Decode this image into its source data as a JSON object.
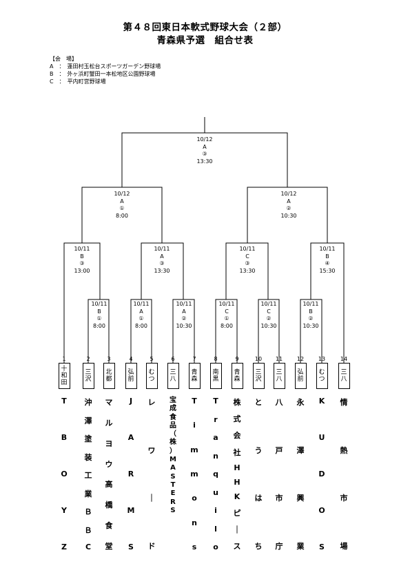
{
  "header": {
    "title_line1": "第４８回東日本軟式野球大会（２部）",
    "title_line2": "青森県予選　組合せ表"
  },
  "venues": {
    "heading": "【会　場】",
    "items": [
      "A　：　蓬田村玉松台スポーツガーデン野球場",
      "B　：　外ヶ浜町蟹田一本松地区公園野球場",
      "C　：　平内町営野球場"
    ]
  },
  "matches": [
    {
      "id": "r1-a",
      "lines": [
        "10/11",
        "B",
        "①",
        "8:00"
      ]
    },
    {
      "id": "r1-b",
      "lines": [
        "10/11",
        "A",
        "①",
        "8:00"
      ]
    },
    {
      "id": "r1-c",
      "lines": [
        "10/11",
        "A",
        "②",
        "10:30"
      ]
    },
    {
      "id": "r1-d",
      "lines": [
        "10/11",
        "C",
        "①",
        "8:00"
      ]
    },
    {
      "id": "r1-e",
      "lines": [
        "10/11",
        "C",
        "②",
        "10:30"
      ]
    },
    {
      "id": "r1-f",
      "lines": [
        "10/11",
        "B",
        "②",
        "10:30"
      ]
    },
    {
      "id": "qf-a",
      "lines": [
        "10/11",
        "B",
        "③",
        "13:00"
      ]
    },
    {
      "id": "qf-b",
      "lines": [
        "10/11",
        "A",
        "③",
        "13:30"
      ]
    },
    {
      "id": "qf-c",
      "lines": [
        "10/11",
        "C",
        "③",
        "13:30"
      ]
    },
    {
      "id": "qf-d",
      "lines": [
        "10/11",
        "B",
        "④",
        "15:30"
      ]
    },
    {
      "id": "sf-a",
      "lines": [
        "10/12",
        "A",
        "①",
        "8:00"
      ]
    },
    {
      "id": "sf-b",
      "lines": [
        "10/12",
        "A",
        "②",
        "10:30"
      ]
    },
    {
      "id": "final",
      "lines": [
        "10/12",
        "A",
        "③",
        "13:30"
      ]
    }
  ],
  "teams": [
    {
      "no": "1",
      "area": [
        "十",
        "和",
        "田"
      ],
      "name": [
        "T",
        "B",
        "O",
        "Y",
        "Z"
      ]
    },
    {
      "no": "2",
      "area": [
        "三",
        "沢"
      ],
      "name": [
        "沖",
        "澤",
        "塗",
        "装",
        "工",
        "業",
        "Ｂ",
        "Ｂ",
        "C"
      ]
    },
    {
      "no": "3",
      "area": [
        "北",
        "都"
      ],
      "name": [
        "マ",
        "ル",
        "ヨ",
        "ウ",
        "高",
        "橋",
        "食",
        "堂"
      ]
    },
    {
      "no": "4",
      "area": [
        "弘",
        "前"
      ],
      "name": [
        "J",
        "A",
        "R",
        "M",
        "S"
      ]
    },
    {
      "no": "5",
      "area": [
        "む",
        "つ"
      ],
      "name": [
        "レ",
        "ワ",
        "｜",
        "ド"
      ]
    },
    {
      "no": "6",
      "area": [
        "三",
        "八"
      ],
      "name": [
        "宝",
        "成",
        "食",
        "品",
        "（",
        "株",
        "）",
        "M",
        "A",
        "S",
        "T",
        "E",
        "R",
        "S"
      ]
    },
    {
      "no": "7",
      "area": [
        "青",
        "森"
      ],
      "name": [
        "T",
        "i",
        "m",
        "m",
        "o",
        "n",
        "s"
      ]
    },
    {
      "no": "8",
      "area": [
        "南",
        "黒"
      ],
      "name": [
        "T",
        "r",
        "a",
        "n",
        "q",
        "u",
        "i",
        "l",
        "o"
      ]
    },
    {
      "no": "9",
      "area": [
        "青",
        "森"
      ],
      "name": [
        "株",
        "式",
        "会",
        "社",
        "H",
        "H",
        "K",
        "ピ",
        "｜",
        "ス"
      ]
    },
    {
      "no": "10",
      "area": [
        "三",
        "沢"
      ],
      "name": [
        "と",
        "う",
        "は",
        "ち"
      ]
    },
    {
      "no": "11",
      "area": [
        "三",
        "八"
      ],
      "name": [
        "八",
        "戸",
        "市",
        "庁"
      ]
    },
    {
      "no": "12",
      "area": [
        "弘",
        "前"
      ],
      "name": [
        "永",
        "澤",
        "興",
        "業"
      ]
    },
    {
      "no": "13",
      "area": [
        "む",
        "つ"
      ],
      "name": [
        "K",
        "U",
        "D",
        "O",
        "S"
      ]
    },
    {
      "no": "14",
      "area": [
        "三",
        "八"
      ],
      "name": [
        "情",
        "熱",
        "市",
        "場"
      ]
    }
  ]
}
